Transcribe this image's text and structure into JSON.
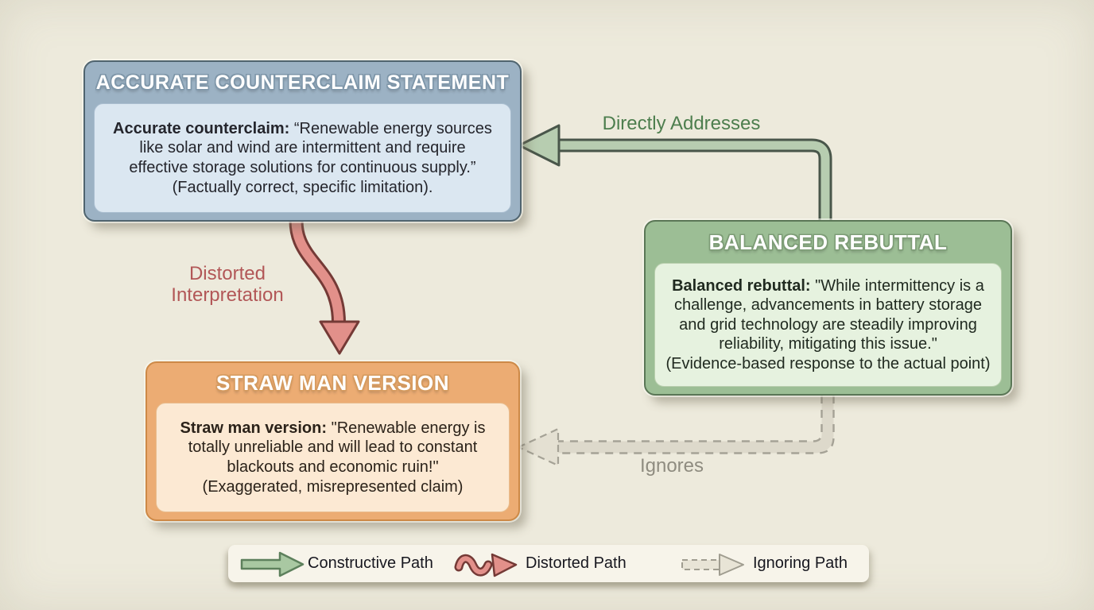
{
  "diagram": {
    "boxes": {
      "accurate": {
        "title": "ACCURATE COUNTERCLAIM STATEMENT",
        "lead": "Accurate counterclaim:",
        "line1_rest": " “Renewable energy sources",
        "line2": "like solar and wind are intermittent and require",
        "line3": "effective storage solutions for continuous supply.”",
        "line4": "(Factually correct, specific limitation)."
      },
      "balanced": {
        "title": "BALANCED REBUTTAL",
        "lead": "Balanced rebuttal:",
        "line1_rest": " \"While intermittency is a",
        "line2": "challenge, advancements in battery storage",
        "line3": "and grid technology are steadily improving",
        "line4": "reliability, mitigating this issue.\"",
        "line5": "(Evidence-based response to the actual point)"
      },
      "strawman": {
        "title": "STRAW MAN VERSION",
        "lead": "Straw man version:",
        "line1_rest": " \"Renewable energy is",
        "line2": "totally unreliable and will lead to constant",
        "line3": "blackouts and economic ruin!\"",
        "line4": "(Exaggerated, misrepresented claim)"
      }
    },
    "connectors": {
      "directly_addresses": "Directly Addresses",
      "distorted_interpretation": "Distorted Interpretation",
      "ignores": "Ignores"
    },
    "legend": {
      "items": [
        {
          "icon": "green-solid-arrow-icon",
          "label": "Constructive Path"
        },
        {
          "icon": "red-wavy-arrow-icon",
          "label": "Distorted Path"
        },
        {
          "icon": "gray-dashed-arrow-icon",
          "label": "Ignoring Path"
        }
      ]
    },
    "palette": {
      "background": "#edeadc",
      "blue_band": "#9cb2c4",
      "blue_panel": "#dbe7f1",
      "green_band": "#9cbe95",
      "green_panel": "#e6f2df",
      "orange_band": "#ecac73",
      "orange_panel": "#fce9d3",
      "constructive_arrow": "#b7cdb0",
      "distorted_arrow": "#e2908a",
      "ignoring_arrow": "#ddd9cb",
      "directly_addresses_text": "#4d7e4e",
      "distorted_text": "#b25757",
      "ignores_text": "#8f8c80"
    }
  }
}
